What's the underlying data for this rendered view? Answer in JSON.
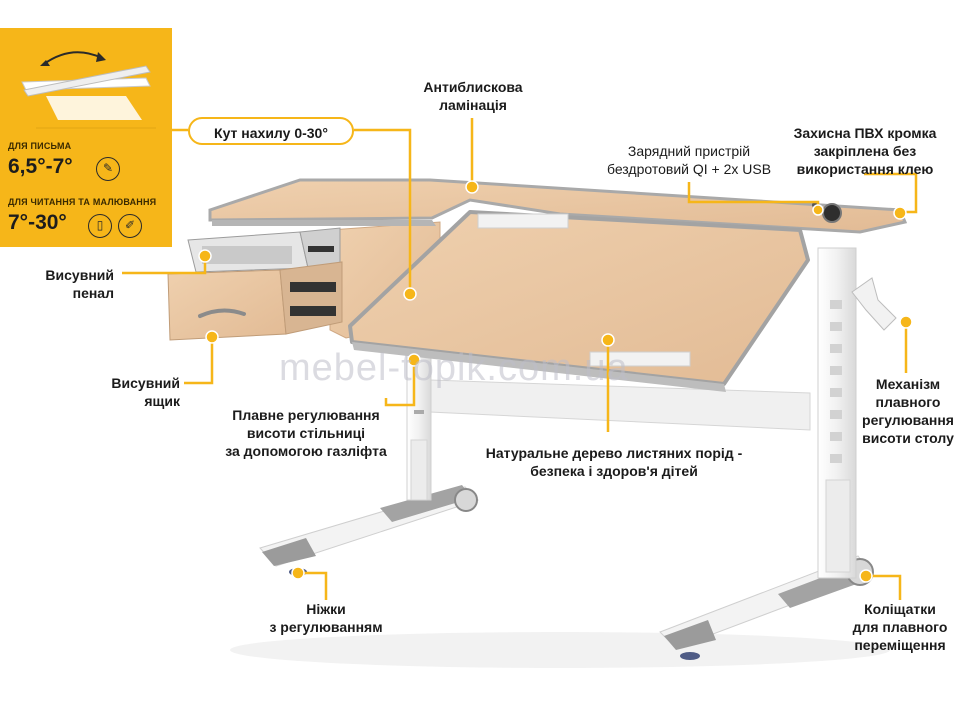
{
  "promo": {
    "writing_caption": "ДЛЯ ПИСЬМА",
    "writing_value": "6,5°-7°",
    "writing_icon": "pencil-icon",
    "reading_caption": "ДЛЯ ЧИТАННЯ ТА МАЛЮВАННЯ",
    "reading_value": "7°-30°",
    "reading_icons": [
      "book-icon",
      "brush-icon"
    ]
  },
  "labels": {
    "tilt_angle": "Кут нахилу 0-30°",
    "anti_glare": [
      "Антиблискова",
      "ламінація"
    ],
    "charger": [
      "Зарядний пристрій",
      "бездротовий QI + 2x USB"
    ],
    "pvc_edge": [
      "Захисна ПВХ кромка",
      "закріплена без",
      "використання клею"
    ],
    "pencil_case": [
      "Висувний",
      "пенал"
    ],
    "drawer": [
      "Висувний",
      "ящик"
    ],
    "gas_lift": [
      "Плавне регулювання",
      "висоти стільниці",
      "за допомогою газліфта"
    ],
    "natural_wood": [
      "Натуральне дерево листяних порід -",
      "безпека і здоров'я дітей"
    ],
    "mechanism": [
      "Механізм",
      "плавного",
      "регулювання",
      "висоти столу"
    ],
    "feet": [
      "Ніжки",
      "з регулюванням"
    ],
    "wheels": [
      "Коліщатки",
      "для плавного",
      "переміщення"
    ]
  },
  "watermark": "mebel-topik.com.ua",
  "colors": {
    "accent": "#f6b619",
    "wood": "#e9c7a4",
    "edge": "#a9a9a9",
    "frame": "#f4f4f4"
  }
}
